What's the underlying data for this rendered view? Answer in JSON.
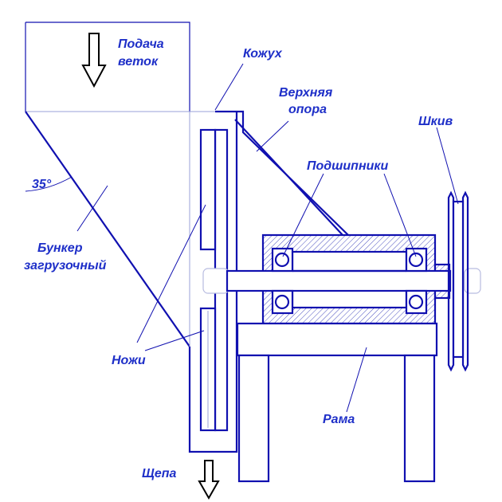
{
  "labels": {
    "feed_line1": "Подача",
    "feed_line2": "веток",
    "casing": "Кожух",
    "upper_support_line1": "Верхняя",
    "upper_support_line2": "опора",
    "pulley": "Шкив",
    "bearings": "Подшипники",
    "angle": "35°",
    "hopper_line1": "Бункер",
    "hopper_line2": "загрузочный",
    "knives": "Ножи",
    "frame": "Рама",
    "chips": "Щепа"
  },
  "colors": {
    "line": "#1010b0",
    "text": "#1e2fc8"
  }
}
